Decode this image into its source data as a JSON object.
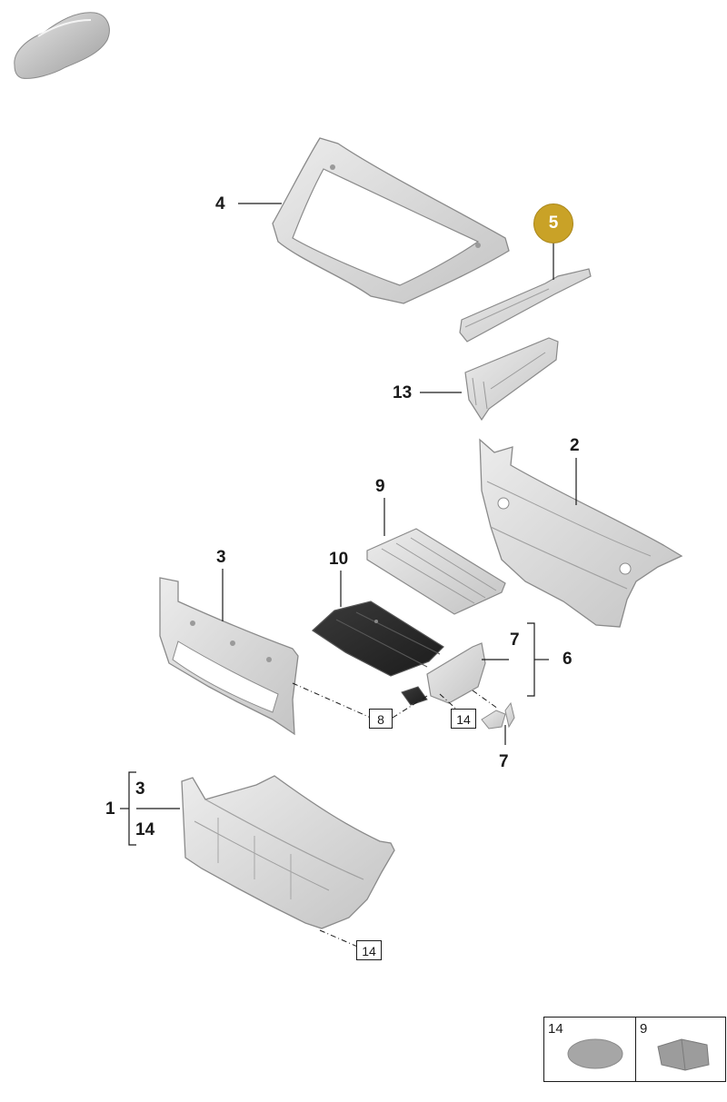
{
  "callouts": [
    {
      "id": "c4",
      "text": "4"
    },
    {
      "id": "c5",
      "text": "5"
    },
    {
      "id": "c13",
      "text": "13"
    },
    {
      "id": "c2",
      "text": "2"
    },
    {
      "id": "c9",
      "text": "9"
    },
    {
      "id": "c3",
      "text": "3"
    },
    {
      "id": "c10",
      "text": "10"
    },
    {
      "id": "c7a",
      "text": "7"
    },
    {
      "id": "c6",
      "text": "6"
    },
    {
      "id": "c7b",
      "text": "7"
    },
    {
      "id": "c1",
      "text": "1"
    },
    {
      "id": "c1_3",
      "text": "3"
    },
    {
      "id": "c1_14",
      "text": "14"
    }
  ],
  "boxed_callouts": [
    {
      "id": "b8",
      "text": "8"
    },
    {
      "id": "b14a",
      "text": "14"
    },
    {
      "id": "b14b",
      "text": "14"
    }
  ],
  "highlight": {
    "text": "5",
    "color": "#c9a227"
  },
  "legend": [
    {
      "number": "14",
      "shape": "oval-pad-icon"
    },
    {
      "number": "9",
      "shape": "bracket-clip-icon"
    }
  ],
  "colors": {
    "part_fill": "#dcdcdc",
    "part_stroke": "#8a8a8a",
    "ink": "#1a1a1a"
  }
}
